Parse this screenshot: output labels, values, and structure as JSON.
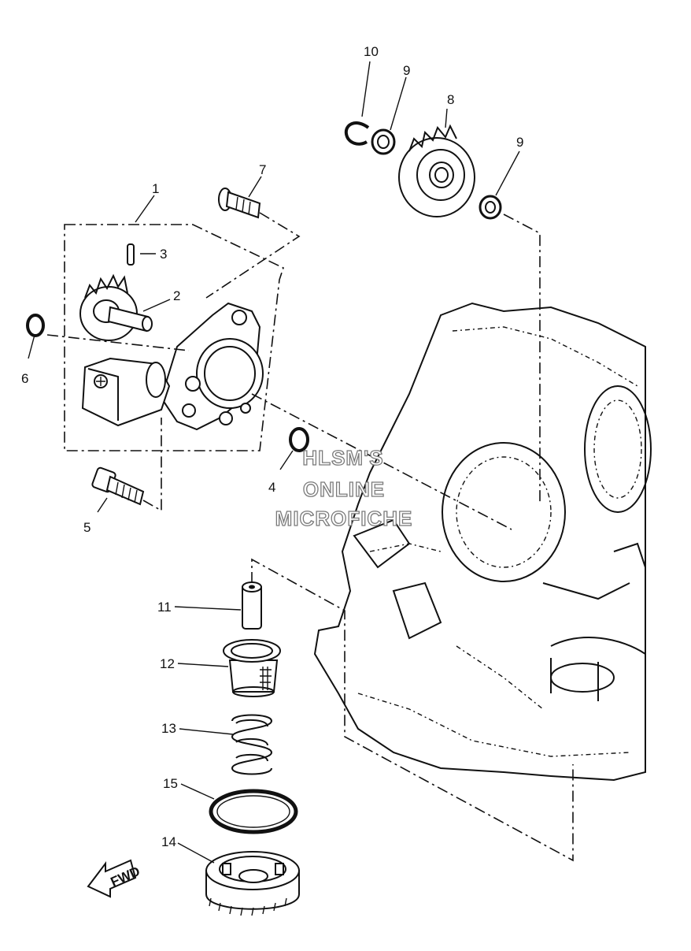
{
  "callouts": {
    "c1": "1",
    "c2": "2",
    "c3": "3",
    "c4": "4",
    "c5": "5",
    "c6": "6",
    "c7": "7",
    "c8": "8",
    "c9a": "9",
    "c9b": "9",
    "c10": "10",
    "c11": "11",
    "c12": "12",
    "c13": "13",
    "c14": "14",
    "c15": "15"
  },
  "fwd_arrow": {
    "label": "FWD"
  },
  "watermark": {
    "line1": "HLSM'S",
    "line2": "ONLINE",
    "line3": "MICROFICHE"
  },
  "colors": {
    "ink": "#111111",
    "watermark_outline": "#7a7a7a",
    "background": "#ffffff"
  }
}
